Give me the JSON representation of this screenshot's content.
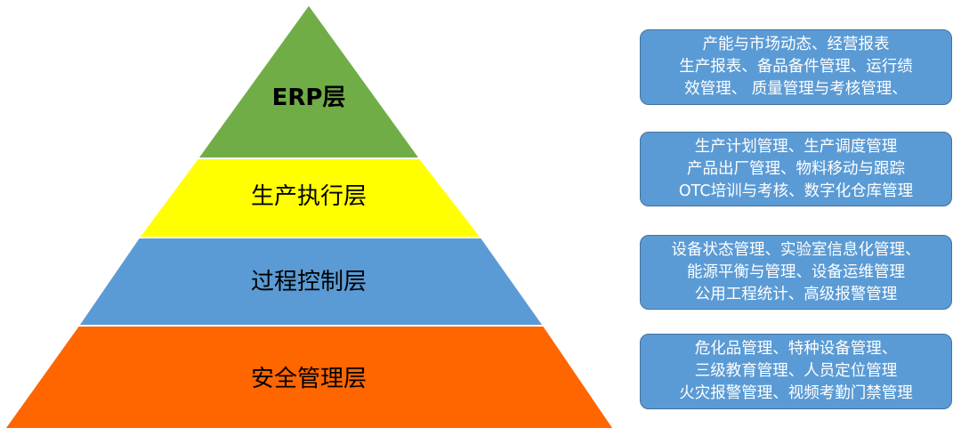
{
  "pyramid": {
    "layers": [
      {
        "label": "ERP层",
        "color": "#70ad47"
      },
      {
        "label": "生产执行层",
        "color": "#ffff00"
      },
      {
        "label": "过程控制层",
        "color": "#5b9bd5"
      },
      {
        "label": "安全管理层",
        "color": "#ff6600"
      }
    ],
    "outline_color": "#ffffff"
  },
  "boxes": [
    {
      "lines": [
        "产能与市场动态、经营报表",
        "生产报表、备品备件管理、运行绩",
        "效管理、   质量管理与考核管理、"
      ]
    },
    {
      "lines": [
        "生产计划管理、生产调度管理",
        "产品出厂管理、物料移动与跟踪",
        "OTC培训与考核、数字化仓库管理"
      ]
    },
    {
      "lines": [
        "设备状态管理、实验室信息化管理、",
        "能源平衡与管理、设备运维管理",
        "公用工程统计、高级报警管理"
      ]
    },
    {
      "lines": [
        "危化品管理、特种设备管理、",
        "三级教育管理、人员定位管理",
        "火灾报警管理、视频考勤门禁管理"
      ]
    }
  ],
  "box_color": "#5b9bd5",
  "box_border_color": "#41719c"
}
